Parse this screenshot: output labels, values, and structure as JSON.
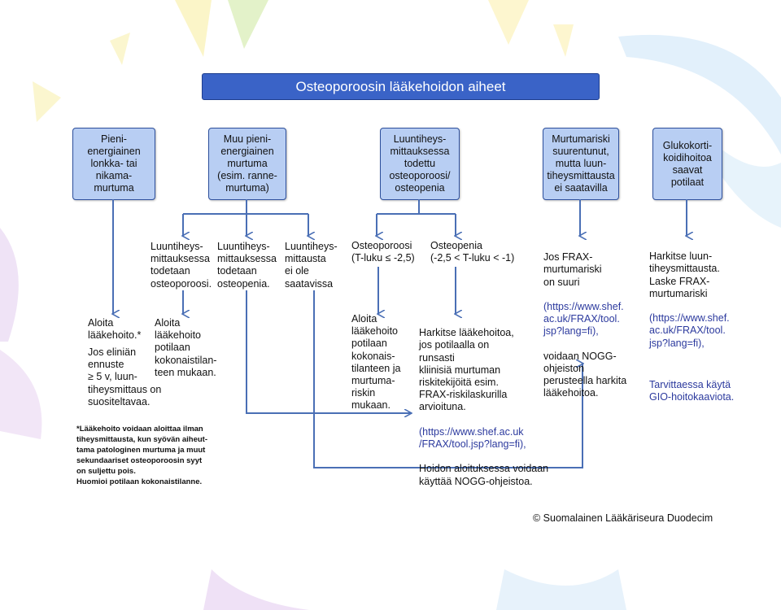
{
  "title": "Osteoporoosin lääkehoidon aiheet",
  "boxes": {
    "b1": "Pieni-\nenergiainen\nlonkka- tai\nnikama-\nmurtuma",
    "b2": "Muu pieni-\nenergiainen\nmurtuma\n(esim. ranne-\nmurtuma)",
    "b3": "Luuntiheys-\nmittauksessa\ntodettu\nosteoporoosi/\nosteopenia",
    "b4": "Murtumariski\nsuurentunut,\nmutta luun-\ntiheysmittausta\nei saatavilla",
    "b5": "Glukokorti-\nkoidihoitoa\nsaavat\npotilaat"
  },
  "texts": {
    "c1": "Luuntiheys-\nmittauksessa\ntodetaan\nosteoporoosi.",
    "c2": "Luuntiheys-\nmittauksessa\ntodetaan\nosteopenia.",
    "c3": "Luuntiheys-\nmittausta\nei ole\nsaatavissa",
    "d1": "Osteoporoosi\n(T-luku ≤ -2,5)",
    "d2": "Osteopenia\n(-2,5 < T-luku < -1)",
    "e1a": "Aloita\nlääkehoito.*",
    "e1b": "Jos eliniän\nennuste\n≥ 5 v, luun-\ntiheysmittaus on\nsuositeltavaa.",
    "e2": "Aloita\nlääkehoito\npotilaan\nkokonaistilan-\nteen mukaan.",
    "e3": "Aloita\nlääkehoito\npotilaan\nkokonais-\ntilanteen ja\nmurtuma-\nriskin\nmukaan.",
    "e4a": "Harkitse lääkehoitoa,\njos potilaalla on\nrunsasti\nkliinisiä murtuman\nriskitekijöitä esim.\nFRAX-riskilaskurilla\narvioituna.",
    "e4link": "(https://www.shef.ac.uk\n/FRAX/tool.jsp?lang=fi),",
    "e4b": "Hoidon aloituksessa voidaan\nkäyttää NOGG-ohjeistoa.",
    "f1a": "Jos FRAX-\nmurtumariski\non suuri",
    "f1link": "(https://www.shef.\nac.uk/FRAX/tool.\njsp?lang=fi),",
    "f1b": "voidaan NOGG-\nohjeiston\nperusteella harkita\nlääkehoitoa.",
    "g1a": "Harkitse luun-\ntiheysmittausta.\nLaske FRAX-\nmurtumariski",
    "g1link": "(https://www.shef.\nac.uk/FRAX/tool.\njsp?lang=fi),",
    "g1b": "Tarvittaessa käytä\nGIO-hoitokaaviota."
  },
  "note": "*Lääkehoito voidaan aloittaa ilman\ntiheysmittausta, kun syövän aiheut-\ntama patologinen murtuma ja muut\nsekundaariset osteoporoosin syyt\n on suljettu pois.\nHuomioi potilaan kokonaistilanne.",
  "copyright": "© Suomalainen Lääkäriseura Duodecim",
  "colors": {
    "title_bg": "#3a63c7",
    "box_bg": "#b8cef3",
    "arrow": "#4a6fb5",
    "link": "#2c3a9e"
  }
}
